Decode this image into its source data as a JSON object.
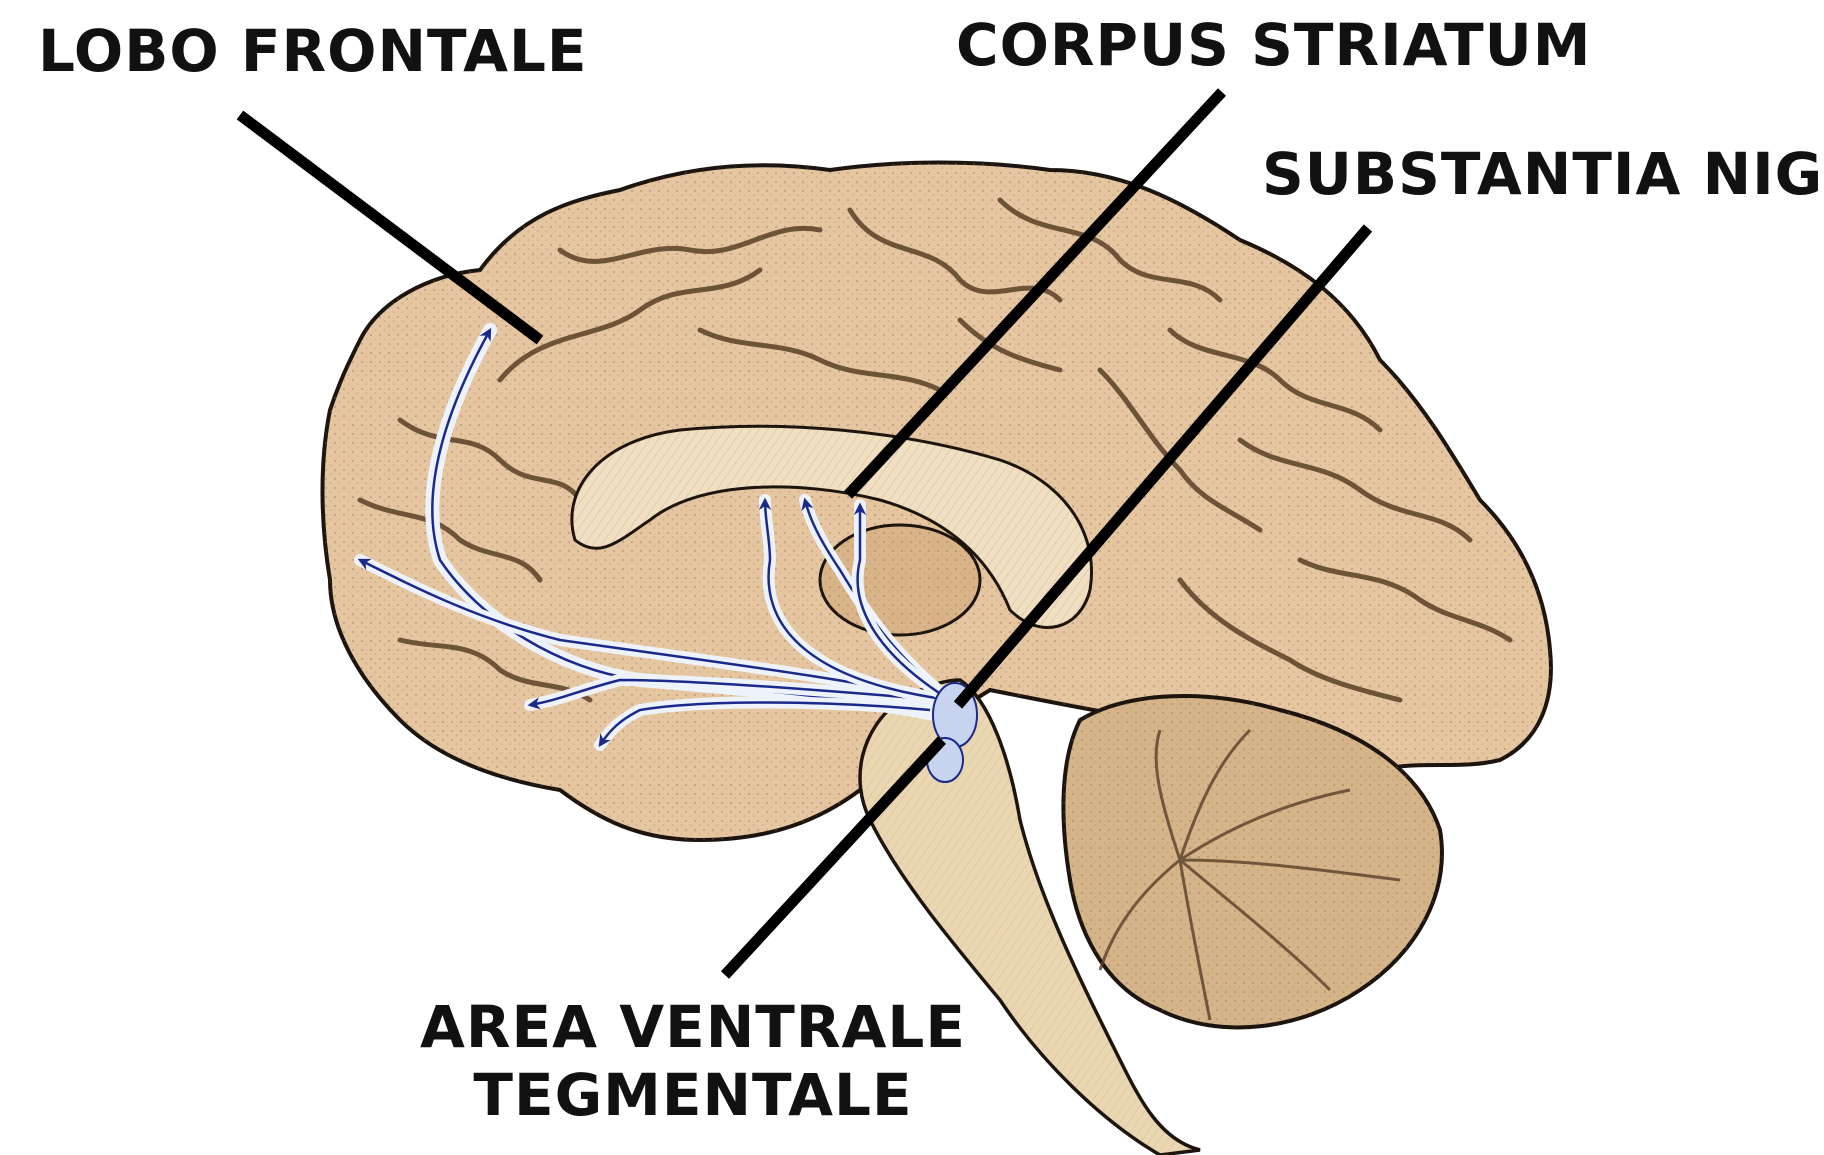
{
  "labels": {
    "frontal_lobe": "LOBO FRONTALE",
    "corpus_striatum": "CORPUS STRIATUM",
    "substantia_nigra": "SUBSTANTIA NIGRA",
    "vta_line1": "AREA VENTRALE",
    "vta_line2": "TEGMENTALE"
  },
  "colors": {
    "background": "#ffffff",
    "cortex": "#e6c6a0",
    "cortex_shade": "#c99b6c",
    "outline": "#1c140e",
    "callosum": "#f1dfc1",
    "brainstem": "#ead7b1",
    "cerebellum": "#d6b48a",
    "pathway": "#eef3fb",
    "pathway_arrow": "#1b2a8a",
    "leader_line": "#000000"
  }
}
